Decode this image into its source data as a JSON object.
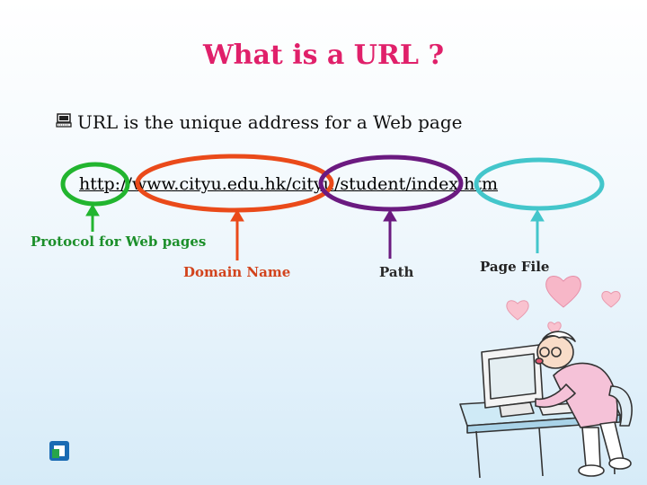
{
  "slide": {
    "title": "What is a URL ?",
    "bullet_text": "URL is the unique address for a Web page",
    "bullet_icon": "computer-icon",
    "url": "http://www.cityu.edu.hk/cityu/student/index.htm"
  },
  "labels": {
    "protocol": "Protocol for Web pages",
    "domain": "Domain Name",
    "path": "Path",
    "page_file": "Page File"
  },
  "colors": {
    "title": "#e0206a",
    "protocol": "#1c8f2a",
    "domain": "#e8491c",
    "path": "#6a1a7e",
    "page_file": "#3cc3c8"
  },
  "decorations": {
    "clipart": "person-kissing-computer-clipart",
    "logo": "cityu-logo"
  }
}
